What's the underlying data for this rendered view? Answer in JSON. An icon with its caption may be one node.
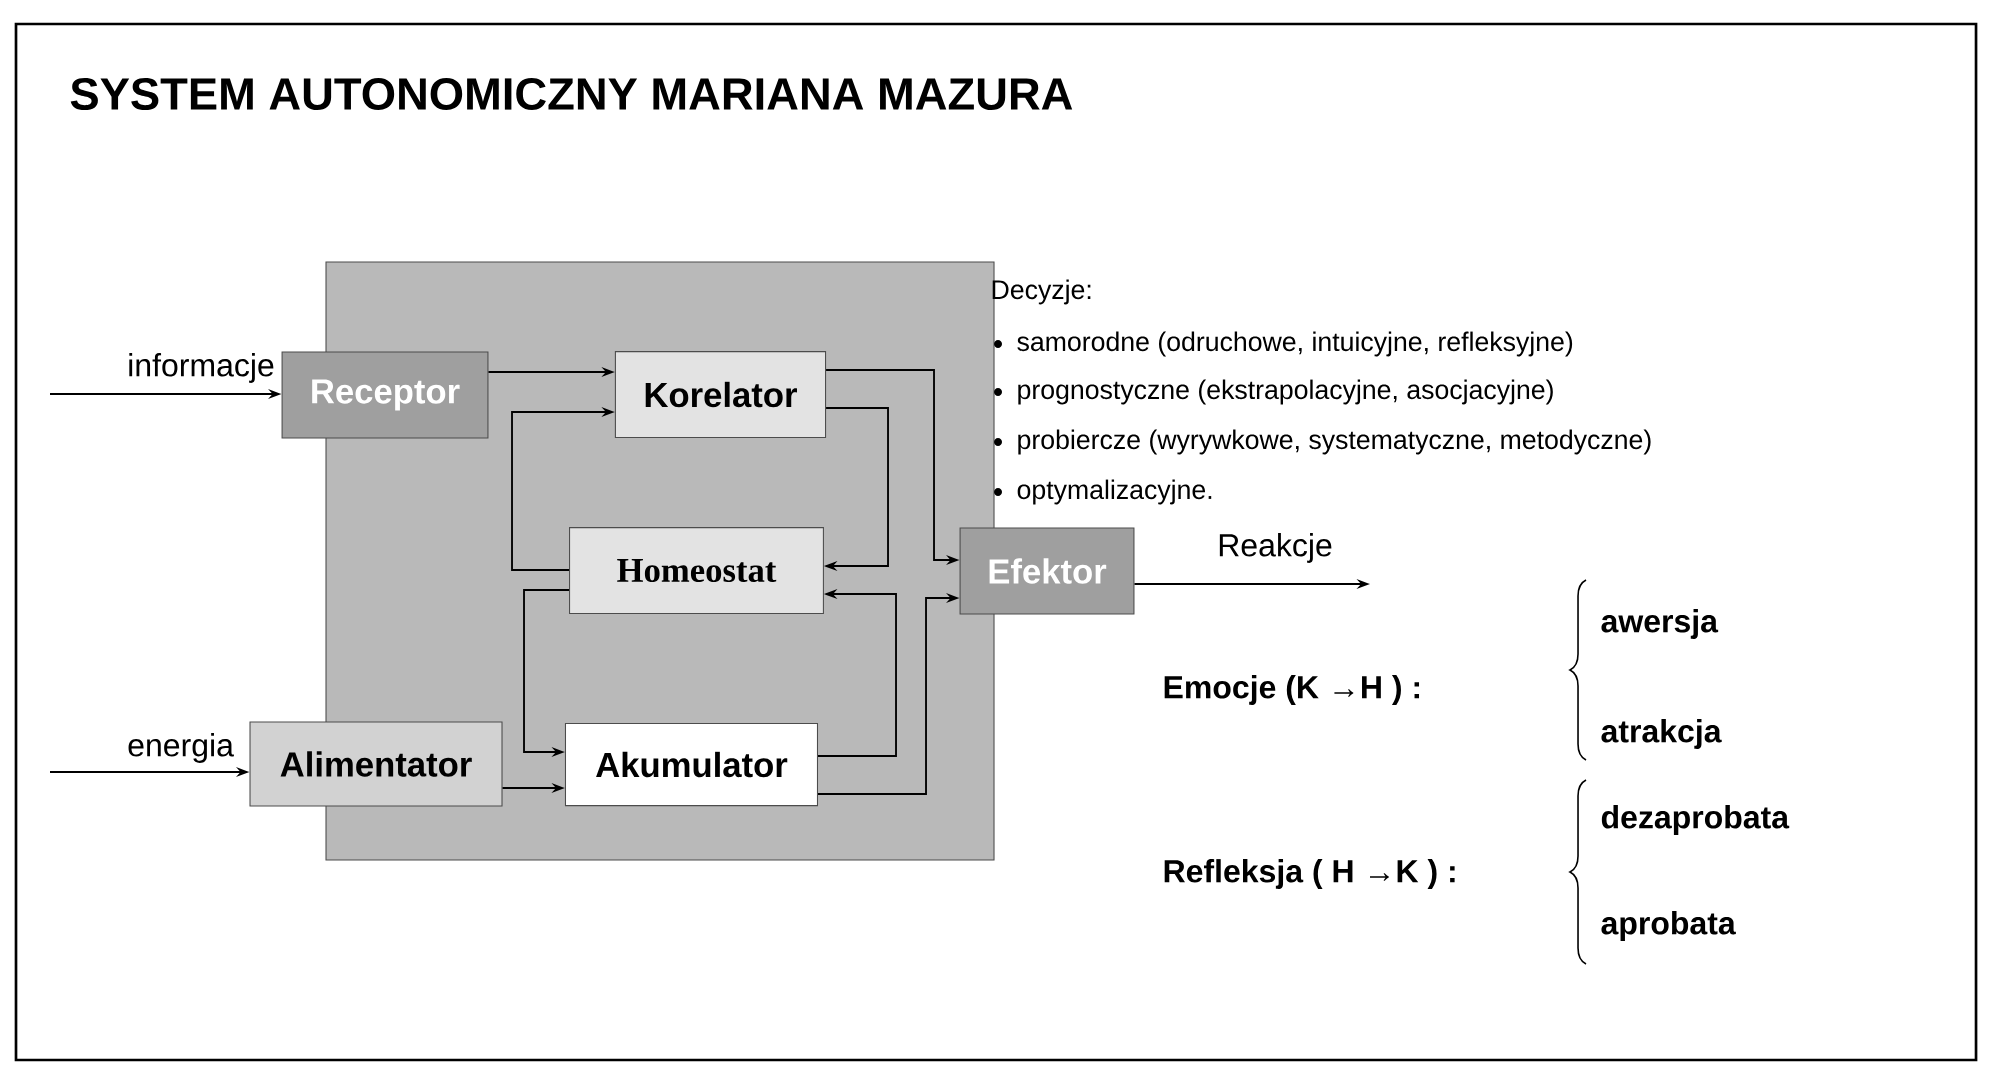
{
  "diagram": {
    "title": "SYSTEM AUTONOMICZNY MARIANA MAZURA",
    "nodes": [
      {
        "text": [],
        "shape": "box"
      },
      {
        "text": [
          "Receptor"
        ]
      },
      {
        "text": [
          "Korelator"
        ],
        "in": 0
      },
      {
        "text": [
          "Homeostat"
        ],
        "in": 0
      },
      {
        "text": [
          "Efektor"
        ]
      },
      {
        "text": [
          "Alimentator"
        ]
      },
      {
        "text": [
          "Akumulator"
        ],
        "in": 0
      }
    ],
    "edges": [
      {
        "from": null,
        "to": 1,
        "arrow": "to",
        "label": "informacje"
      },
      {
        "from": 1,
        "to": 2,
        "arrow": "to"
      },
      {
        "from": 2,
        "to": 4,
        "arrow": "to"
      },
      {
        "from": 2,
        "to": 3,
        "arrow": "to"
      },
      {
        "from": 3,
        "to": 2,
        "arrow": "to"
      },
      {
        "from": 3,
        "to": 6,
        "arrow": "to"
      },
      {
        "from": 6,
        "to": 3,
        "arrow": "to"
      },
      {
        "from": null,
        "to": 5,
        "arrow": "to",
        "label": "energia"
      },
      {
        "from": 5,
        "to": 6,
        "arrow": "to"
      },
      {
        "from": 6,
        "to": 4,
        "arrow": "to"
      },
      {
        "from": 4,
        "to": null,
        "arrow": "to",
        "label": "Reakcje"
      }
    ],
    "labels": [
      "Decyzje:",
      "samorodne (odruchowe, intuicyjne, refleksyjne)",
      "prognostyczne (ekstrapolacyjne, asocjacyjne)",
      "probiercze (wyrywkowe, systematyczne, metodyczne)",
      "optymalizacyjne.",
      "Emocje (K →H ) :",
      "awersja",
      "atrakcja",
      "Refleksja ( H →K ) :",
      "dezaprobata",
      "aprobata"
    ]
  }
}
